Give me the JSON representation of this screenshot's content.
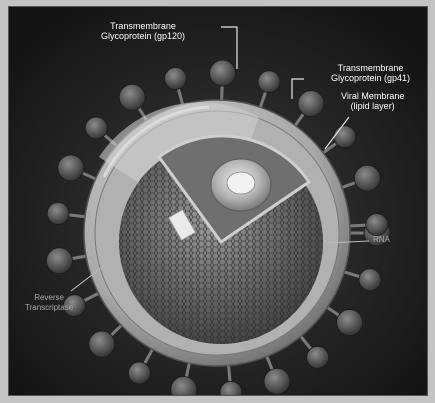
{
  "labels": {
    "gp120": [
      "Transmembrane",
      "Glycoprotein (gp120)"
    ],
    "gp41": [
      "Transmembrane",
      "Glycoprotein (gp41)"
    ],
    "membrane": [
      "Viral Membrane",
      "(lipid layer)"
    ],
    "rna": "RNA",
    "rt": [
      "Reverse",
      "Transcriptase"
    ]
  },
  "colors": {
    "background": "#1f1f1f",
    "label_text": "#ffffff",
    "leader_line": "#e6e6e6",
    "membrane": "#bcbcbc",
    "capsid": "#8a8a8a",
    "knob": "#5c5c5c"
  }
}
